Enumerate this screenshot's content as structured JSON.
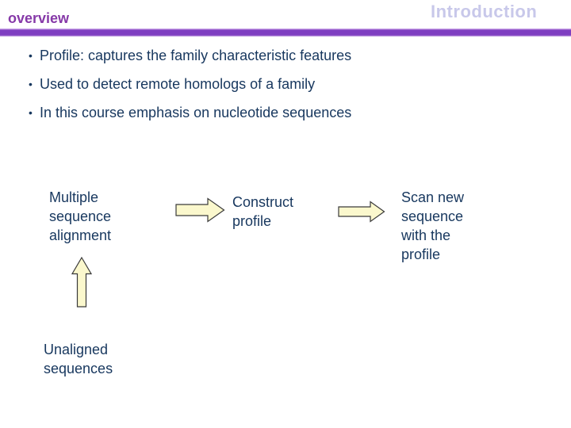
{
  "header": {
    "left_title": "overview",
    "right_title": "Introduction"
  },
  "colors": {
    "left_title_text": "#8639A8",
    "right_title_text": "#C8C8EA",
    "divider_bar": "#7E3EC1",
    "body_text": "#17375E",
    "arrow_fill": "#FBF8CD",
    "arrow_stroke": "#3A3A3A",
    "background": "#FFFFFF"
  },
  "bullets": {
    "icon": "•",
    "items": [
      "Profile: captures the family characteristic features",
      "Used to detect remote homologs of a family",
      "In this course emphasis on nucleotide sequences"
    ]
  },
  "diagram": {
    "msa_label": "Multiple\nsequence\nalignment",
    "construct_label": "Construct\nprofile",
    "scan_label": "Scan new\nsequence\nwith the\nprofile",
    "unaligned_label": "Unaligned\nsequences"
  }
}
